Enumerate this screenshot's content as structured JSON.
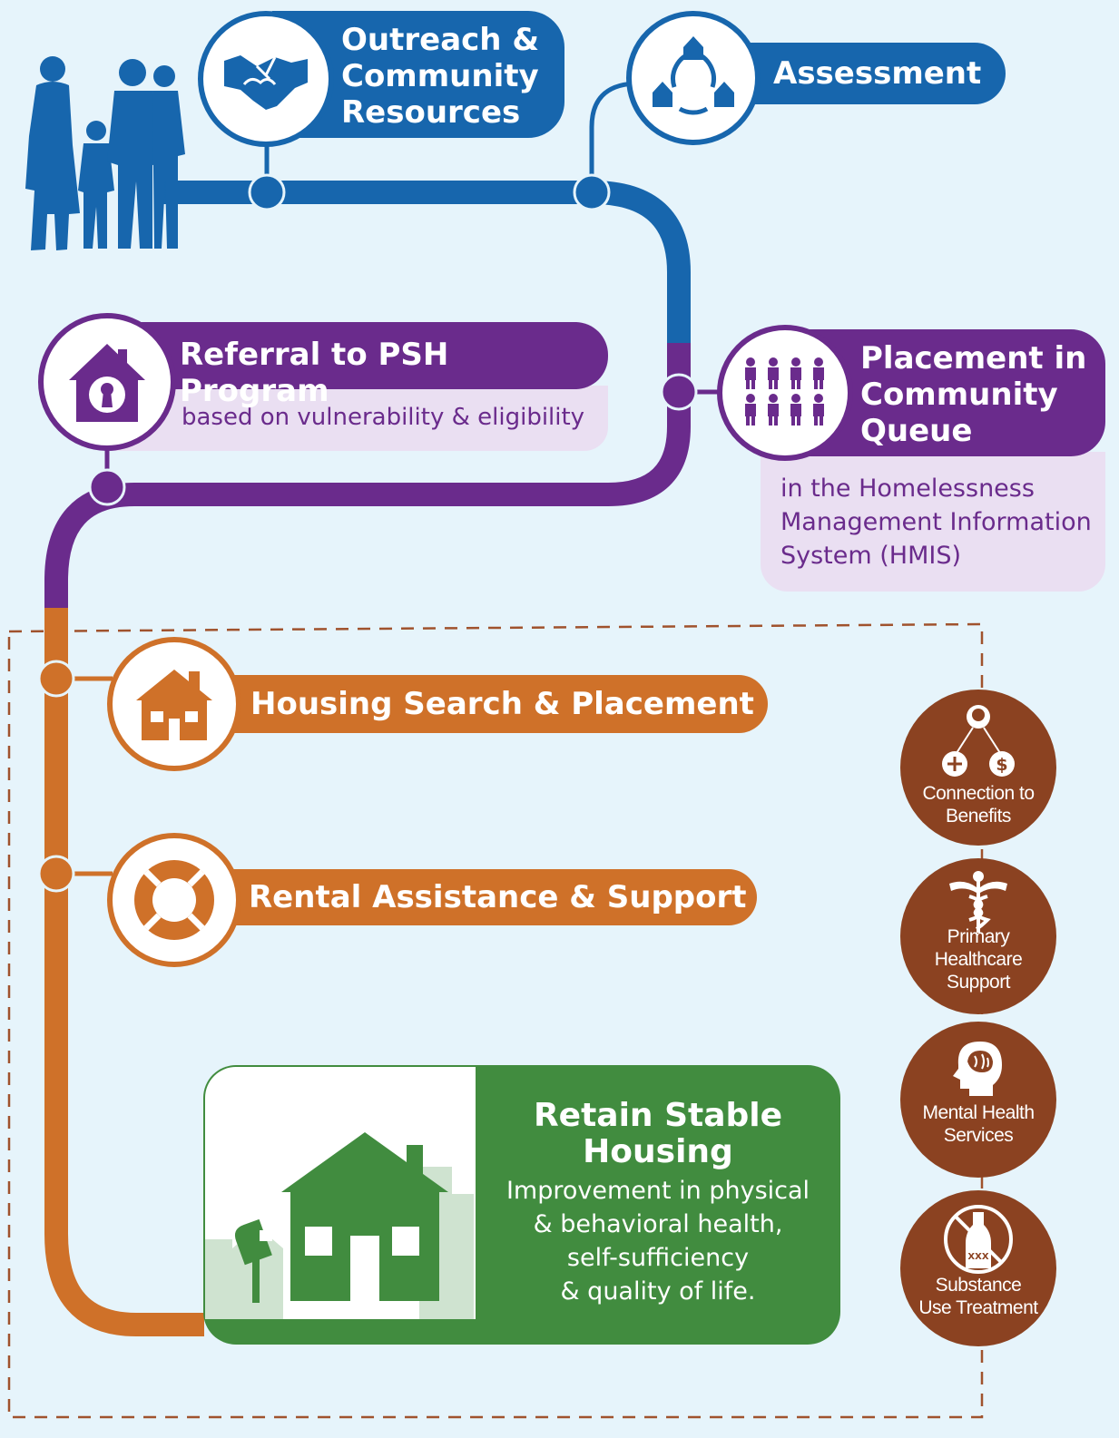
{
  "steps": {
    "outreach": {
      "label": "Outreach & Community Resources",
      "lines": [
        "Outreach &",
        "Community",
        "Resources"
      ]
    },
    "assessment": {
      "label": "Assessment"
    },
    "referral": {
      "label": "Referral to PSH Program",
      "sub": "based on vulnerability & eligibility"
    },
    "placement": {
      "lines": [
        "Placement in",
        "Community",
        "Queue"
      ],
      "sub_lines": [
        "in the Homelessness",
        "Management Information",
        "System (HMIS)"
      ]
    },
    "housing_search": {
      "label": "Housing Search & Placement"
    },
    "rental": {
      "label": "Rental Assistance & Support"
    },
    "retain": {
      "title_lines": [
        "Retain Stable",
        "Housing"
      ],
      "body_lines": [
        "Improvement in physical",
        "& behavioral health,",
        "self-sufficiency",
        "& quality of life."
      ]
    }
  },
  "services": [
    {
      "lines": [
        "Connection to",
        "Benefits"
      ],
      "icon": "benefits-icon"
    },
    {
      "lines": [
        "Primary",
        "Healthcare",
        "Support"
      ],
      "icon": "caduceus-icon"
    },
    {
      "lines": [
        "Mental Health",
        "Services"
      ],
      "icon": "brain-head-icon"
    },
    {
      "lines": [
        "Substance",
        "Use Treatment"
      ],
      "icon": "no-alcohol-icon",
      "bottle_text": "XXX"
    }
  ],
  "colors": {
    "background": "#e6f4fb",
    "blue": "#1766ad",
    "purple": "#6a2b8c",
    "orange": "#cf7129",
    "green": "#418c3f",
    "brown": "#8b4221"
  }
}
